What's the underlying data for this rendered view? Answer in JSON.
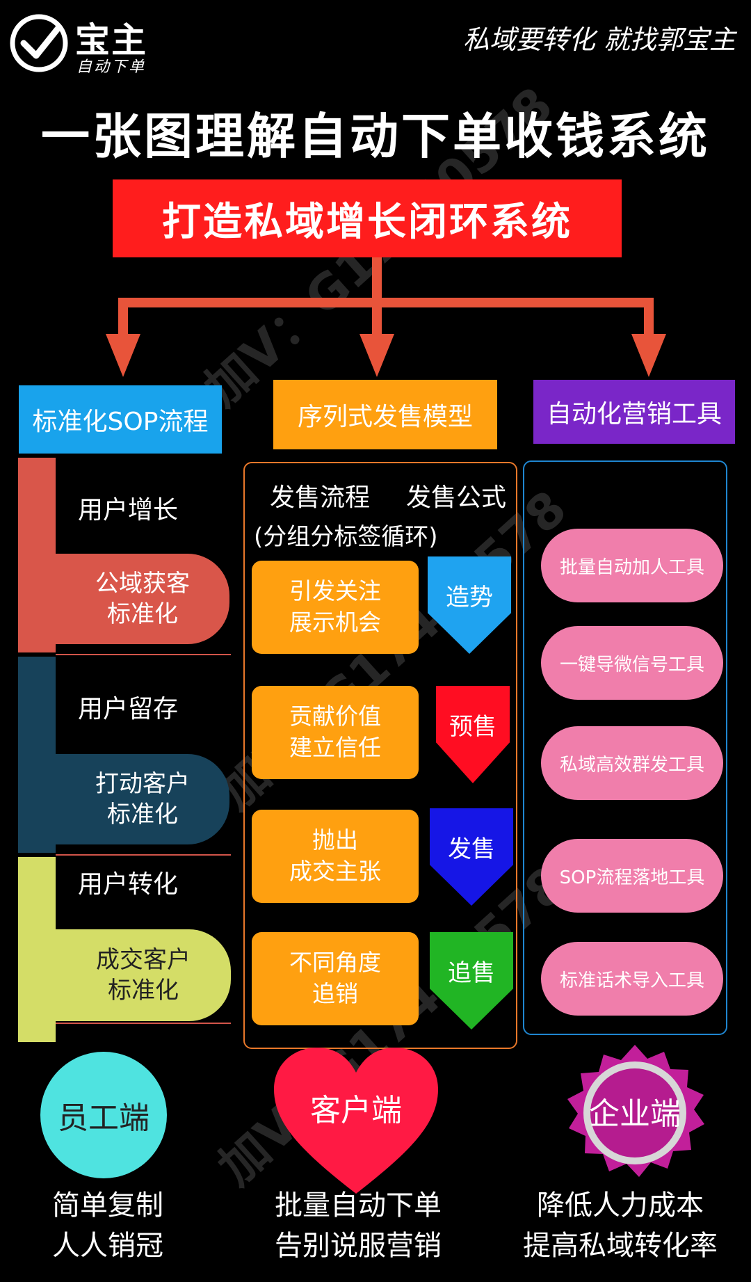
{
  "header": {
    "logo_title": "宝主",
    "logo_subtitle": "自动下单",
    "slogan": "私域要转化 就找郭宝主",
    "main_title": "一张图理解自动下单收钱系统",
    "banner": "打造私域增长闭环系统"
  },
  "columns": {
    "sop": "标准化SOP流程",
    "seq": "序列式发售模型",
    "tools": "自动化营销工具"
  },
  "sop_stages": [
    {
      "label": "用户增长",
      "pill": [
        "公域获客",
        "标准化"
      ],
      "color": "#d9564a"
    },
    {
      "label": "用户留存",
      "pill": [
        "打动客户",
        "标准化"
      ],
      "color": "#17425a"
    },
    {
      "label": "用户转化",
      "pill": [
        "成交客户",
        "标准化"
      ],
      "color": "#d4dd67"
    }
  ],
  "launch": {
    "process": "发售流程",
    "formula": "发售公式",
    "note": "(分组分标签循环)",
    "steps": [
      {
        "text": [
          "引发关注",
          "展示机会"
        ],
        "tag": "造势",
        "color": "#1fa3f0"
      },
      {
        "text": [
          "贡献价值",
          "建立信任"
        ],
        "tag": "预售",
        "color": "#ff0d22"
      },
      {
        "text": [
          "抛出",
          "成交主张"
        ],
        "tag": "发售",
        "color": "#1616e6"
      },
      {
        "text": [
          "不同角度",
          "追销"
        ],
        "tag": "追售",
        "color": "#21b524"
      }
    ]
  },
  "tools": [
    "批量自动加人工具",
    "一键导微信号工具",
    "私域高效群发工具",
    "SOP流程落地工具",
    "标准话术导入工具"
  ],
  "bottom": {
    "staff": {
      "label": "员工端",
      "lines": [
        "简单复制",
        "人人销冠"
      ],
      "color": "#4fe3e0"
    },
    "customer": {
      "label": "客户端",
      "lines": [
        "批量自动下单",
        "告别说服营销"
      ],
      "color": "#ff1a44"
    },
    "enterprise": {
      "label": "企业端",
      "lines": [
        "降低人力成本",
        "提高私域转化率"
      ],
      "color": "#c21f9a"
    }
  },
  "watermark": [
    "加V：G17440578",
    "加V：G17440578",
    "加V：G17440578"
  ],
  "colors": {
    "arrow": "#e8543a",
    "divider": "#d2554a"
  }
}
